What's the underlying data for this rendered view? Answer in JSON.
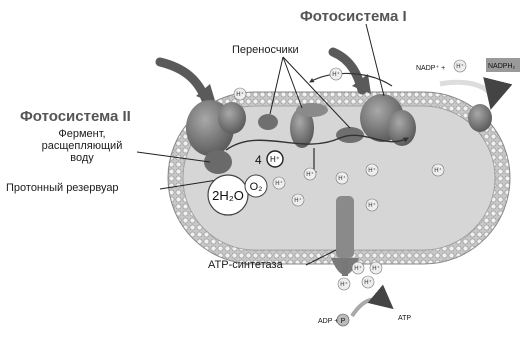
{
  "labels": {
    "photosystem_1": "Фотосистема I",
    "photosystem_2": "Фотосистема II",
    "carriers": "Переносчики",
    "enzyme_line1": "Фермент,",
    "enzyme_line2": "расщепляющий",
    "enzyme_line3": "воду",
    "proton_reservoir": "Протонный резервуар",
    "atp_synthase": "ATP-синтетаза",
    "nadp_plus": "NADP⁺ +",
    "nadph2": "NADPH₂",
    "adp_plus": "ADP +",
    "atp": "ATP",
    "four_h": "4",
    "water": "2H₂O",
    "oxygen": "O₂",
    "proton": "H⁺",
    "phosphate": "P"
  },
  "colors": {
    "membrane": "#b9b9b9",
    "lumen": "#d9d9d9",
    "protein": "#7a7a7a",
    "arrow": "#4d4d4d",
    "atp_arrow": "#a9a9a9"
  }
}
